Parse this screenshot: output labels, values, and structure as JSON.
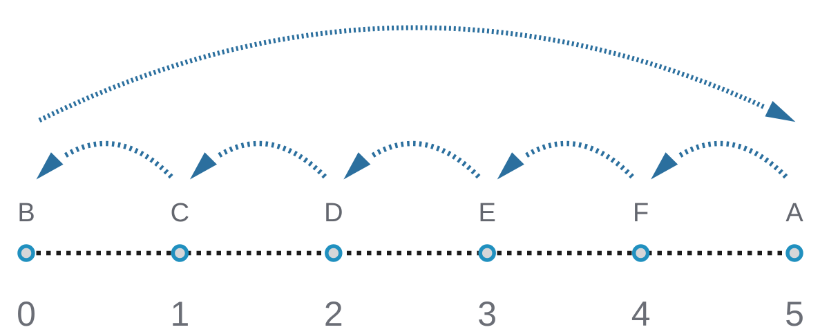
{
  "diagram": {
    "description": "Number line from 0 to 5 with labeled points, unit hop arrows moving left, and one long arc spanning the whole line",
    "number_line": {
      "min": 0,
      "max": 5,
      "points": [
        {
          "label": "B",
          "value": 0
        },
        {
          "label": "C",
          "value": 1
        },
        {
          "label": "D",
          "value": 2
        },
        {
          "label": "E",
          "value": 3
        },
        {
          "label": "F",
          "value": 4
        },
        {
          "label": "A",
          "value": 5
        }
      ],
      "ticks": [
        "0",
        "1",
        "2",
        "3",
        "4",
        "5"
      ]
    },
    "hops": [
      {
        "from": 1,
        "to": 0
      },
      {
        "from": 2,
        "to": 1
      },
      {
        "from": 3,
        "to": 2
      },
      {
        "from": 4,
        "to": 3
      },
      {
        "from": 5,
        "to": 4
      }
    ],
    "long_arc": {
      "from": 0,
      "to": 5
    },
    "colors": {
      "arc_blue": "#2B6F9E",
      "point_ring": "#2090BF",
      "point_fill": "#D6D6D8",
      "line_black": "#1B1B1B",
      "label_gray": "#63666E",
      "tick_gray": "#6B6E76",
      "background": "#FFFFFF"
    }
  }
}
